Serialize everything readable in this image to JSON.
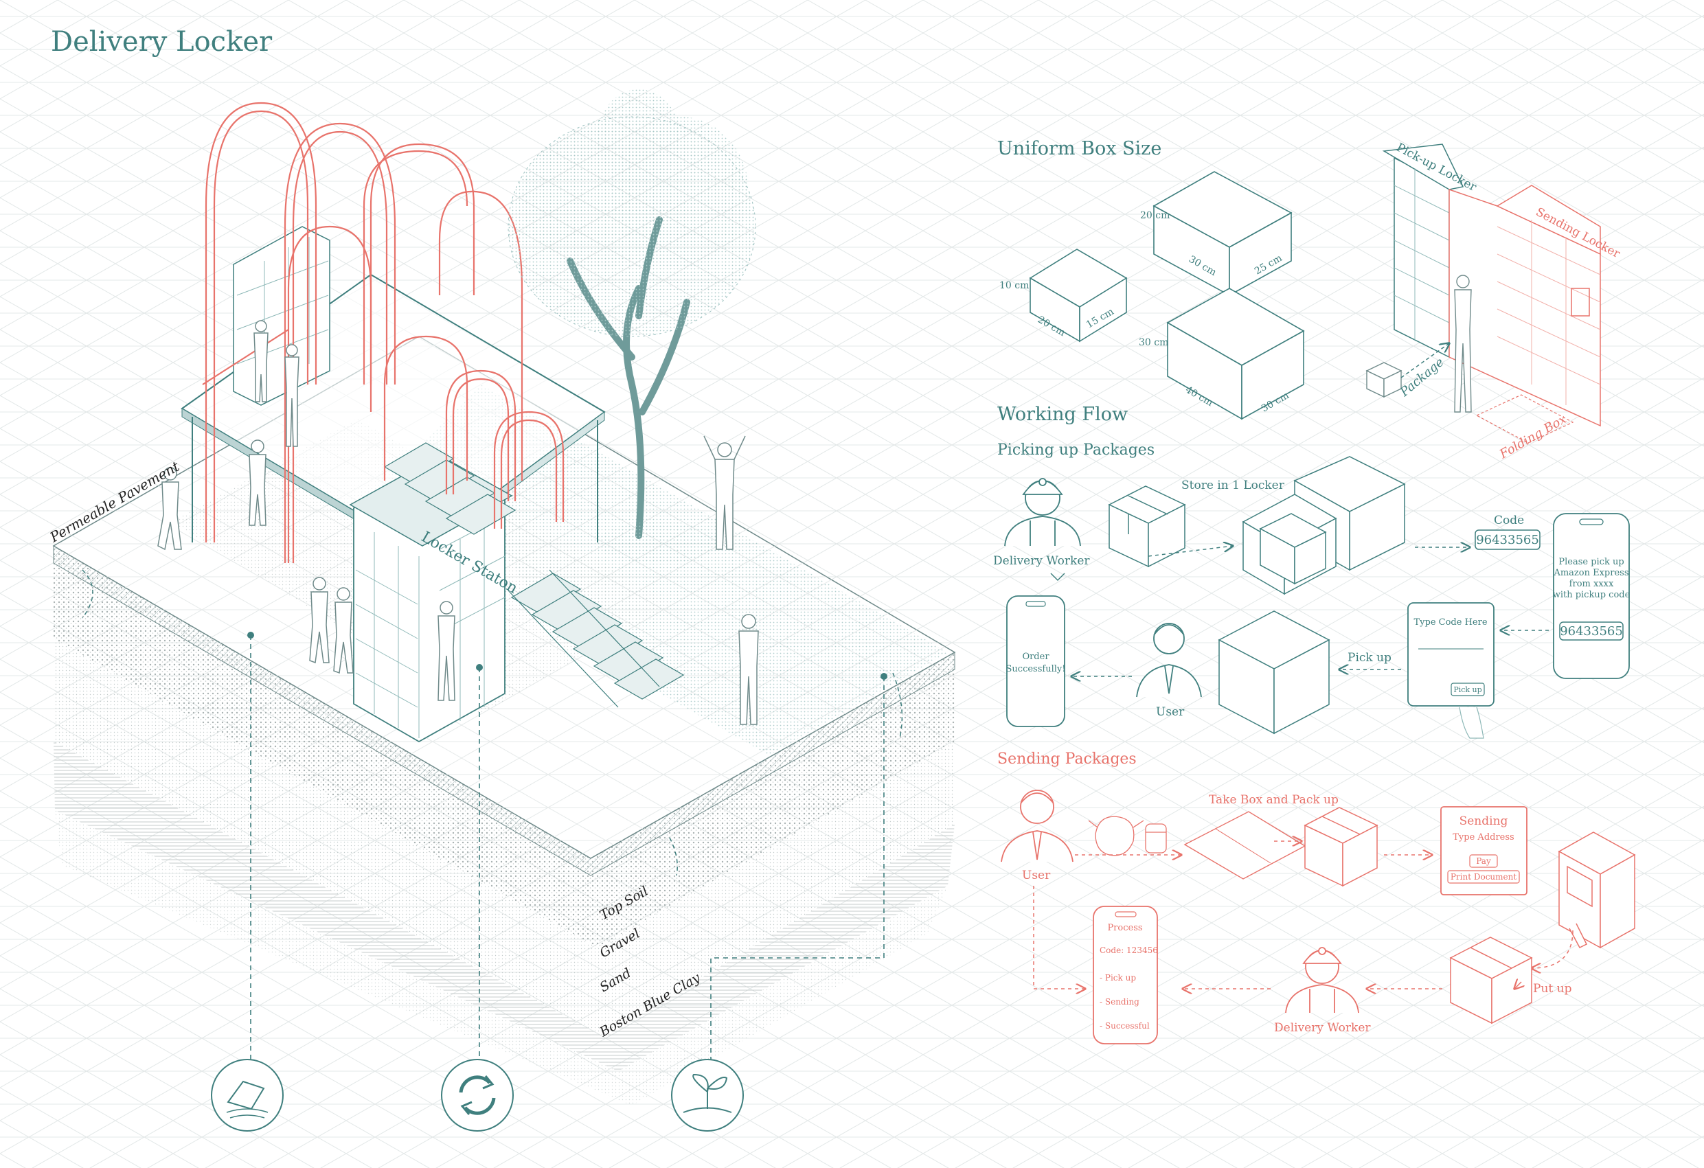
{
  "title": "Delivery Locker",
  "colors": {
    "teal": "#3f7f7e",
    "teal_light": "#8fb9b8",
    "red": "#e8736b",
    "grid": "#dde3e3"
  },
  "axonometric": {
    "labels": {
      "pavement": "Permeable Pavement",
      "locker_station": "Locker Staton"
    },
    "soil_layers": [
      "Top Soil",
      "Gravel",
      "Sand",
      "Boston Blue Clay"
    ],
    "icons": [
      "recycled-materials-icon",
      "recycle-arrows-icon",
      "sprout-icon"
    ]
  },
  "box_size": {
    "heading": "Uniform Box Size",
    "small": {
      "h": "10 cm",
      "w": "20 cm",
      "d": "15 cm"
    },
    "medium": {
      "h": "20 cm",
      "w": "30 cm",
      "d": "25 cm"
    },
    "large": {
      "h": "30 cm",
      "w": "40 cm",
      "d": "30 cm"
    }
  },
  "locker_view": {
    "pickup": "Pick-up Locker",
    "sending": "Sending Locker",
    "package": "Package",
    "folding": "Folding Box"
  },
  "working_flow": {
    "heading": "Working Flow",
    "picking": {
      "heading": "Picking up Packages",
      "delivery_worker": "Delivery Worker",
      "store": "Store in 1 Locker",
      "code_label": "Code",
      "code": "96433565",
      "sms_text": [
        "Please pick up",
        "Amazon Express",
        "from xxxx",
        "with pickup code"
      ],
      "sms_code": "96433565",
      "type_code": "Type Code Here",
      "pickup_button": "Pick up",
      "pickup_arrow": "Pick up",
      "user": "User",
      "order_text": [
        "Order",
        "Successfully!"
      ]
    },
    "sending": {
      "heading": "Sending Packages",
      "user": "User",
      "take_box": "Take Box and Pack up",
      "sending_title": "Sending",
      "type_address": "Type Address",
      "pay": "Pay",
      "print": "Print Document",
      "put_up": "Put up",
      "delivery_worker": "Delivery Worker",
      "process_title": "Process",
      "process_code": "Code: 123456",
      "steps": [
        "- Pick up",
        "- Sending",
        "- Successful"
      ]
    }
  }
}
